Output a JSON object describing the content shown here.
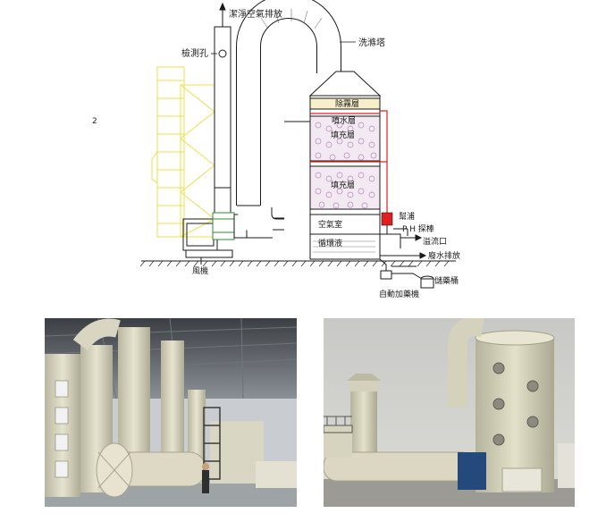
{
  "figure": {
    "number": "2"
  },
  "diagram": {
    "labels": {
      "exhaust": "潔淨空氣排放",
      "scrubber": "洗滌塔",
      "sample_port": "檢測孔",
      "demister": "除霧層",
      "spray_1": "噴水層",
      "packing_1": "填充層",
      "packing_2": "填充層",
      "air_chamber": "空氣室",
      "circulation": "循環液",
      "pump": "幫浦",
      "ph_probe": "P H 探棒",
      "overflow": "溢流口",
      "drain": "廢水排放",
      "fan": "風機",
      "auto_dosing": "自動加藥機",
      "storage": "儲藥桶"
    }
  },
  "colors": {
    "line": "#1a1a1a",
    "pipe_highlight": "#e02020",
    "hood_yellow": "#e8e24a",
    "fan_green": "#2e8b2e",
    "packing_fill": "#f3e9f3",
    "photo_equipment": "#d6d3bf"
  }
}
